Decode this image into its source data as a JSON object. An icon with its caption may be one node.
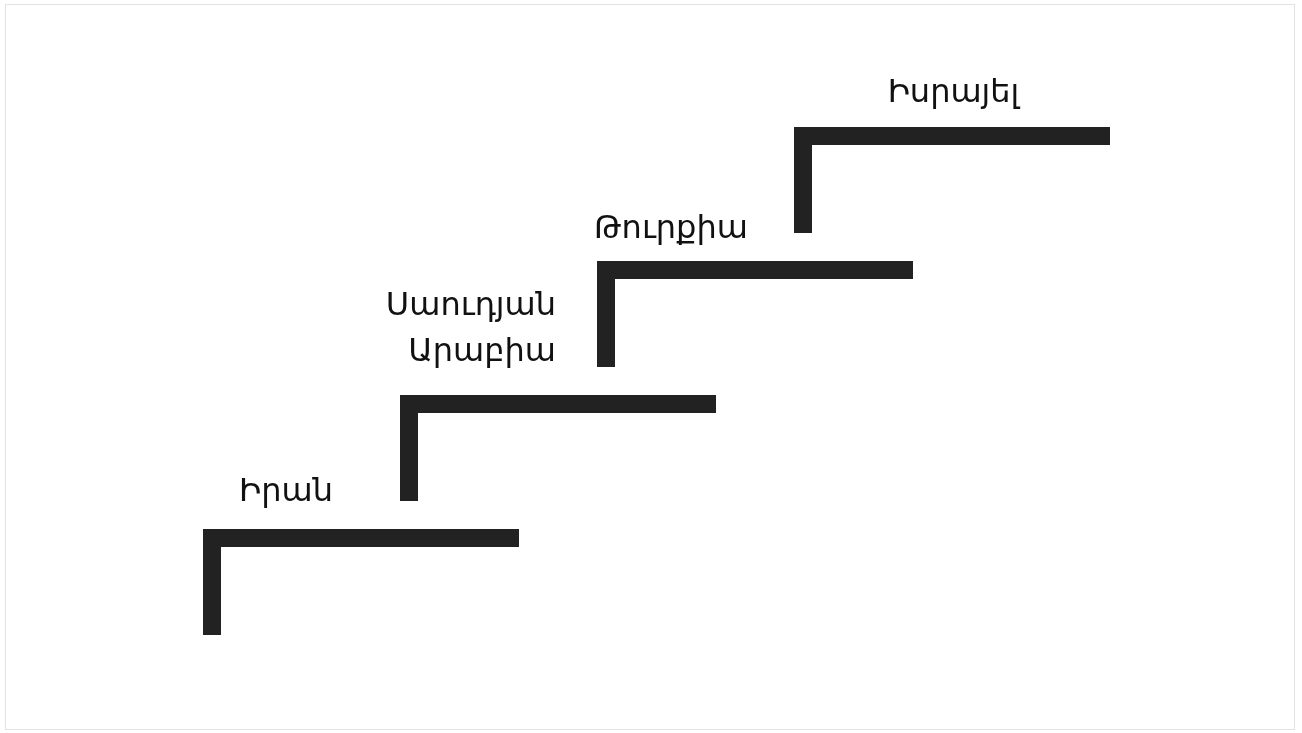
{
  "diagram": {
    "nodes": [
      {
        "text": [
          "Իրան"
        ]
      },
      {
        "text": [
          "Սաուդյան Արաբիա"
        ]
      },
      {
        "text": [
          "Թուրքիա"
        ]
      },
      {
        "text": [
          "Իսրայել"
        ]
      }
    ]
  }
}
